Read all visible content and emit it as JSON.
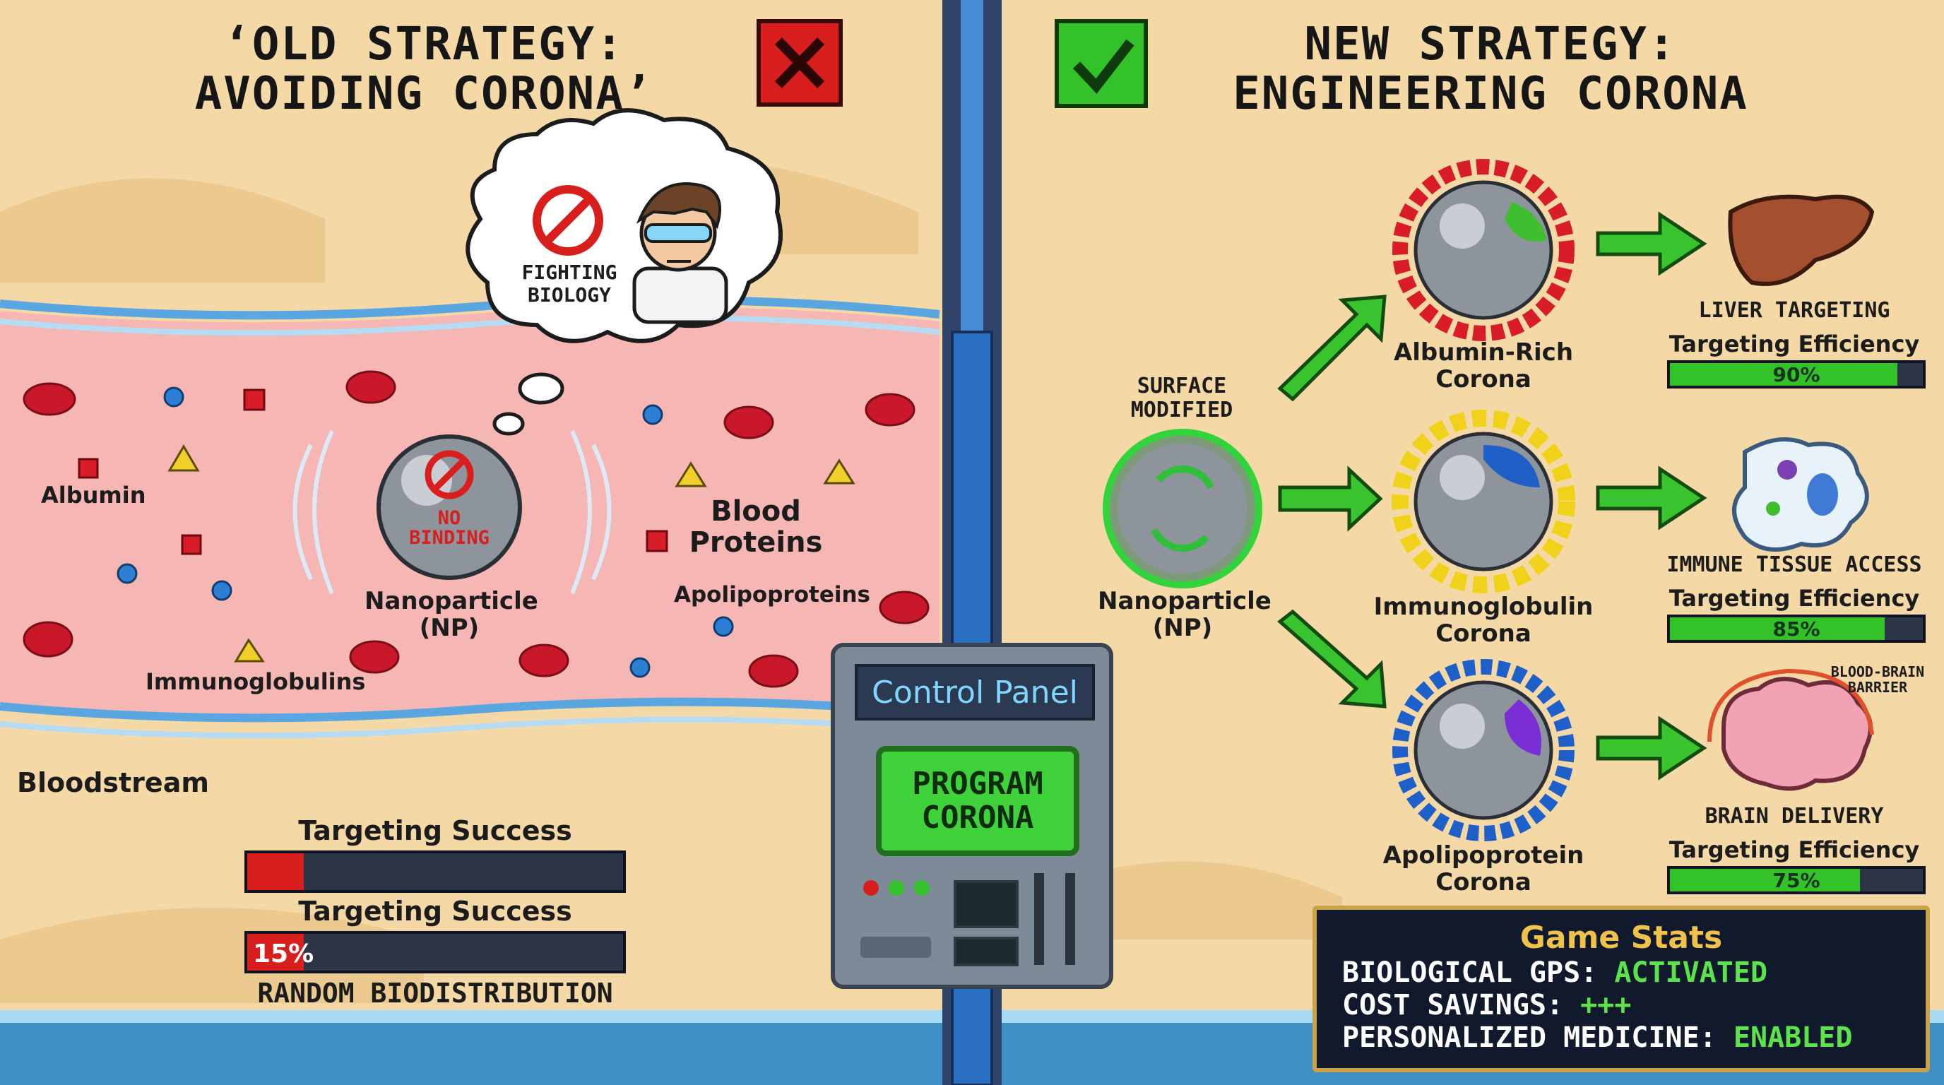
{
  "left": {
    "title_line1": "‘OLD STRATEGY:",
    "title_line2": "AVOIDING CORONA’",
    "thought_text_line1": "FIGHTING",
    "thought_text_line2": "BIOLOGY",
    "no_binding_line1": "NO",
    "no_binding_line2": "BINDING",
    "labels": {
      "albumin": "Albumin",
      "blood_proteins_line1": "Blood",
      "blood_proteins_line2": "Proteins",
      "nanoparticle_line1": "Nanoparticle",
      "nanoparticle_line2": "(NP)",
      "apolipoproteins": "Apolipoproteins",
      "immunoglobulins": "Immunoglobulins",
      "bloodstream": "Bloodstream"
    },
    "bar1_label": "Targeting Success",
    "bar1_fraction": 0.15,
    "bar2_label": "Targeting Success",
    "bar2_value": "15%",
    "bar2_fraction": 0.15,
    "footer": "RANDOM BIODISTRIBUTION",
    "bad_color": "#d91e1e"
  },
  "right": {
    "title_line1": "NEW STRATEGY:",
    "title_line2": "ENGINEERING CORONA",
    "surface_line1": "SURFACE",
    "surface_line2": "MODIFIED",
    "nanoparticle_line1": "Nanoparticle",
    "nanoparticle_line2": "(NP)",
    "coronas": [
      {
        "name_line1": "Albumin-Rich",
        "name_line2": "Corona",
        "target": "LIVER TARGETING",
        "eff_label": "Targeting Efficiency",
        "eff_value": "90%",
        "eff_fraction": 0.9,
        "ring_color": "#d81c28",
        "icon": "liver-icon"
      },
      {
        "name_line1": "Immunoglobulin",
        "name_line2": "Corona",
        "target": "IMMUNE TISSUE ACCESS",
        "eff_label": "Targeting Efficiency",
        "eff_value": "85%",
        "eff_fraction": 0.85,
        "ring_color": "#e6d21a",
        "icon": "immune-cell-icon"
      },
      {
        "name_line1": "Apolipoprotein",
        "name_line2": "Corona",
        "target": "BRAIN DELIVERY",
        "eff_label": "Targeting Efficiency",
        "eff_value": "75%",
        "eff_fraction": 0.75,
        "ring_color": "#1e5fc9",
        "icon": "brain-icon"
      }
    ],
    "bbb_line1": "BLOOD-BRAIN",
    "bbb_line2": "BARRIER",
    "good_color": "#34c22b"
  },
  "control_panel": {
    "title": "Control Panel",
    "button_line1": "PROGRAM",
    "button_line2": "CORONA"
  },
  "game_stats": {
    "title": "Game Stats",
    "rows": [
      {
        "label": "BIOLOGICAL GPS: ",
        "value": "ACTIVATED"
      },
      {
        "label": "COST SAVINGS: ",
        "value": "+++"
      },
      {
        "label": "PERSONALIZED MEDICINE: ",
        "value": "ENABLED"
      }
    ]
  }
}
